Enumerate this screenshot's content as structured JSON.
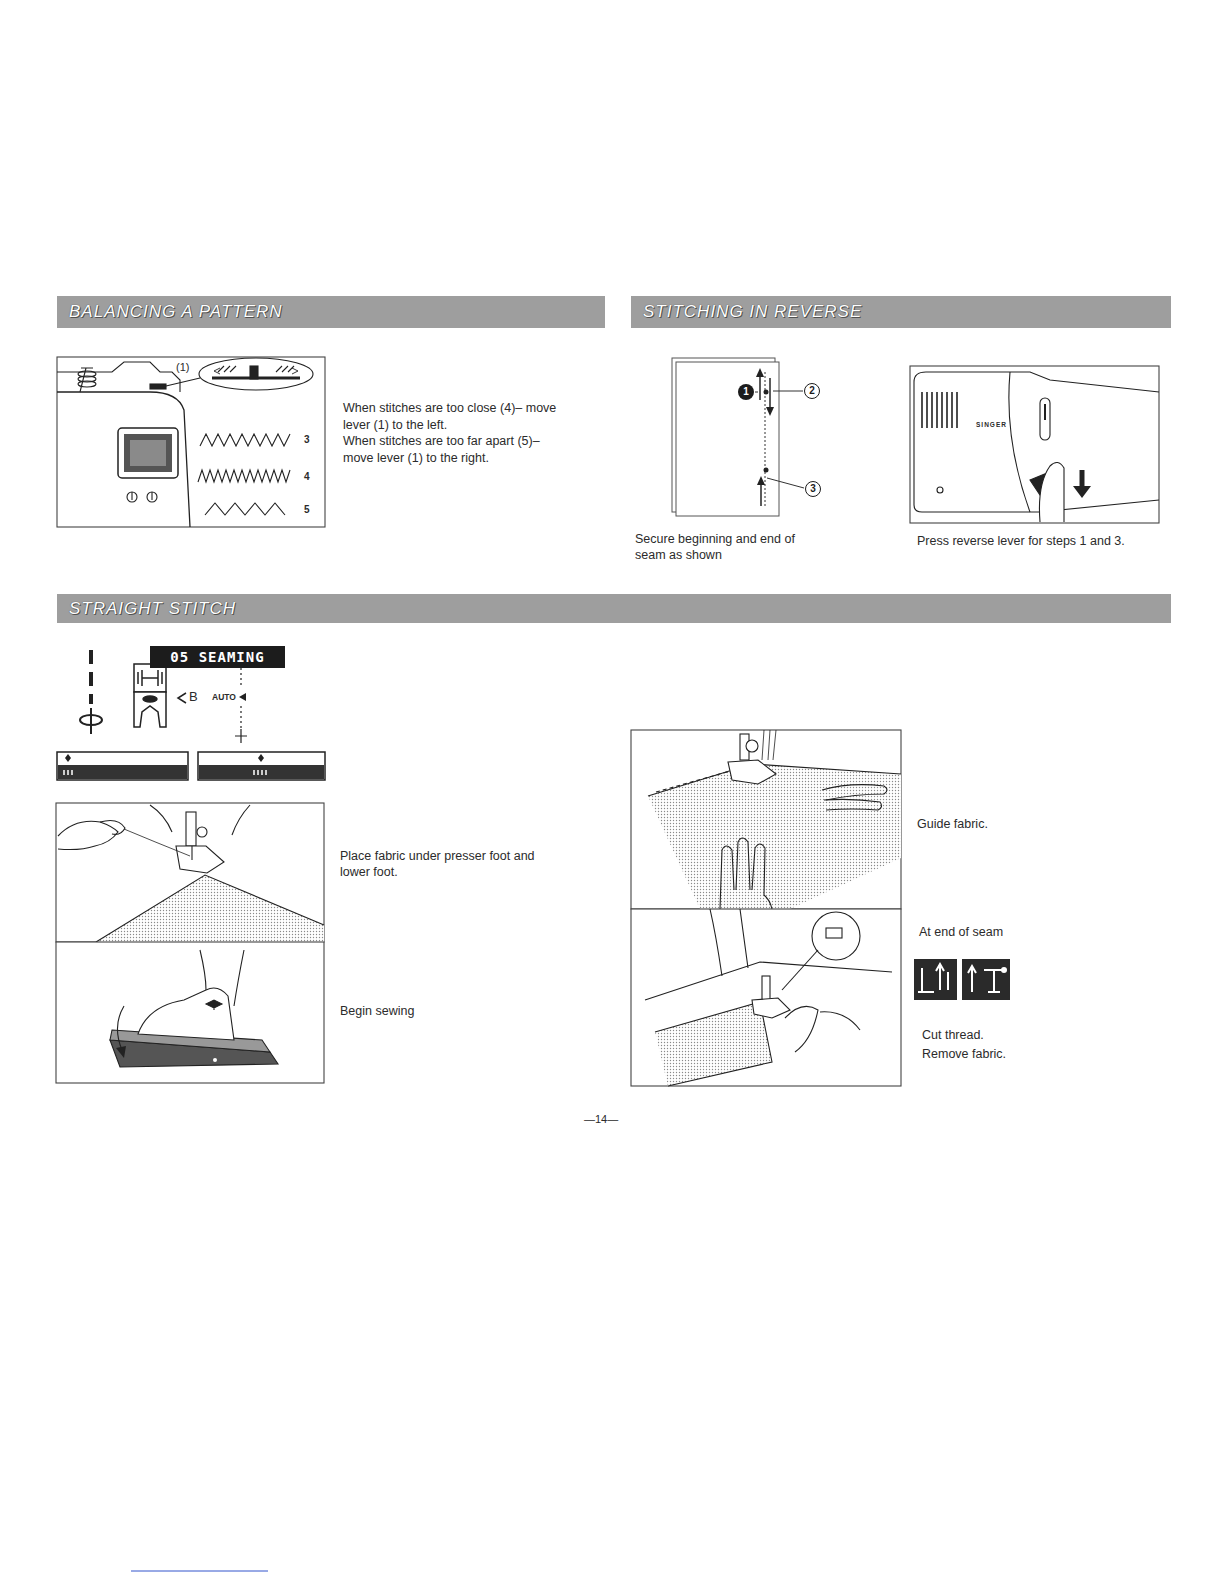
{
  "diagram": {
    "nodes": [
      {
        "text": [
          "BALANCING A PATTERN"
        ]
      },
      {
        "text": [
          "STITCHING IN REVERSE"
        ]
      },
      {
        "text": [
          "STRAIGHT STITCH"
        ]
      },
      {
        "text": [
          "05 SEAMING"
        ]
      }
    ],
    "labels": [
      "(1)",
      "3",
      "4",
      "5",
      "When stitches are too close (4)– move lever (1) to the left.",
      "When stitches are too far apart (5)– move lever (1) to the right.",
      "1",
      "2",
      "3",
      "SINGER",
      "Secure beginning and end of seam as shown",
      "Press reverse lever for steps 1 and 3.",
      "B",
      "AUTO",
      "Place fabric under presser foot and lower foot.",
      "Begin sewing",
      "Guide fabric.",
      "At end of seam",
      "Cut thread.",
      "Remove fabric.",
      "—14—"
    ]
  }
}
